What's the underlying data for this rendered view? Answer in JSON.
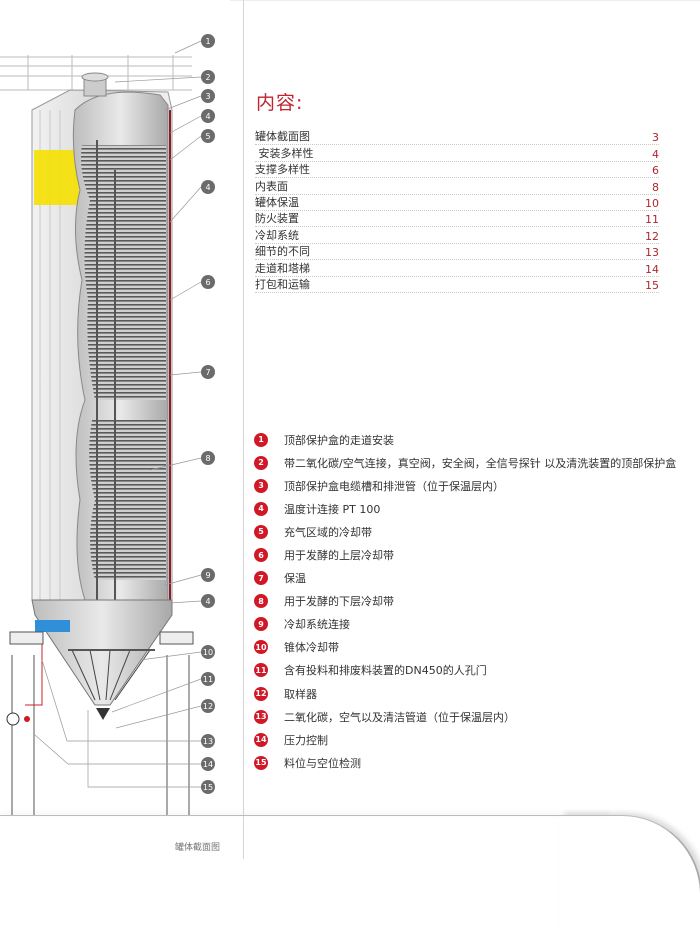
{
  "title": "内容:",
  "toc": [
    {
      "label": "罐体截面图",
      "page": "3"
    },
    {
      "label": " 安装多样性",
      "page": "4"
    },
    {
      "label": "支撑多样性",
      "page": "6"
    },
    {
      "label": "内表面",
      "page": "8"
    },
    {
      "label": "罐体保温",
      "page": "10"
    },
    {
      "label": "防火装置",
      "page": "11"
    },
    {
      "label": "冷却系统",
      "page": "12"
    },
    {
      "label": "细节的不同",
      "page": "13"
    },
    {
      "label": "走道和塔梯",
      "page": "14"
    },
    {
      "label": "打包和运输",
      "page": "15"
    }
  ],
  "legend": [
    {
      "num": "1",
      "text": "顶部保护盒的走道安装"
    },
    {
      "num": "2",
      "text": "带二氧化碳/空气连接，真空阀，安全阀，全信号探针 以及清洗装置的顶部保护盒"
    },
    {
      "num": "3",
      "text": "顶部保护盒电缆槽和排泄管（位于保温层内）"
    },
    {
      "num": "4",
      "text": "温度计连接 PT 100"
    },
    {
      "num": "5",
      "text": "充气区域的冷却带"
    },
    {
      "num": "6",
      "text": "用于发酵的上层冷却带"
    },
    {
      "num": "7",
      "text": "保温"
    },
    {
      "num": "8",
      "text": "用于发酵的下层冷却带"
    },
    {
      "num": "9",
      "text": "冷却系统连接"
    },
    {
      "num": "10",
      "text": "锥体冷却带"
    },
    {
      "num": "11",
      "text": "含有投料和排废料装置的DN450的人孔门"
    },
    {
      "num": "12",
      "text": "取样器"
    },
    {
      "num": "13",
      "text": "二氧化碳，空气以及清洁管道（位于保温层内）"
    },
    {
      "num": "14",
      "text": "压力控制"
    },
    {
      "num": "15",
      "text": "料位与空位检测"
    }
  ],
  "callouts": [
    "1",
    "2",
    "3",
    "4",
    "5",
    "4",
    "6",
    "7",
    "8",
    "9",
    "4",
    "10",
    "11",
    "12",
    "13",
    "14",
    "15"
  ],
  "caption": "罐体截面图",
  "colors": {
    "accent": "#d01826",
    "title": "#c0242f",
    "callout": "#6b6b6b",
    "insulation": "#f5e000",
    "cooling": "#2f8fd8"
  }
}
